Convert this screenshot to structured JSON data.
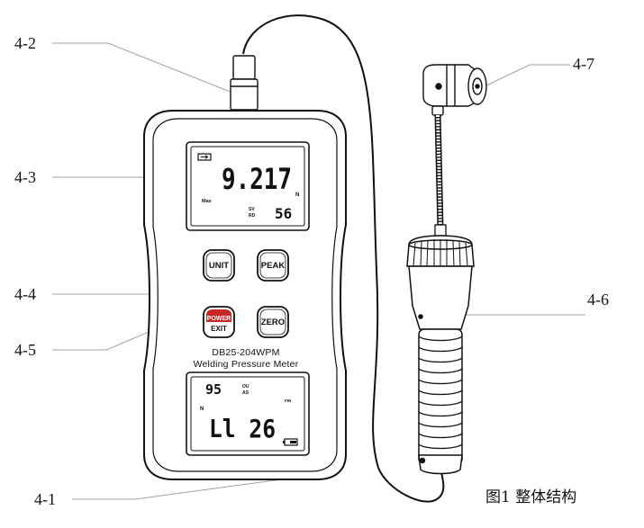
{
  "callouts": {
    "c1": "4-1",
    "c2": "4-2",
    "c3": "4-3",
    "c4": "4-4",
    "c5": "4-5",
    "c6": "4-6",
    "c7": "4-7"
  },
  "caption": "图1 整体结构",
  "device": {
    "model": "DB25-204WPM",
    "name": "Welding Pressure Meter",
    "buttons": {
      "unit": "UNIT",
      "peak": "PEAK",
      "power_top": "POWER",
      "power_bottom": "EXIT",
      "zero": "ZERO"
    },
    "top_display": {
      "reading": "9.217",
      "unit": "N",
      "mode": "Max",
      "sv_label": "SV",
      "rd_label": "RD",
      "small_value": "56"
    },
    "bottom_display": {
      "reading": "Ll 26",
      "unit": "N",
      "small_value": "95",
      "label_top": "OU",
      "label_bottom": "AS",
      "indicator": "FIN"
    },
    "colors": {
      "power_button": "#c62828",
      "body": "#ffffff",
      "outline": "#111111"
    }
  }
}
